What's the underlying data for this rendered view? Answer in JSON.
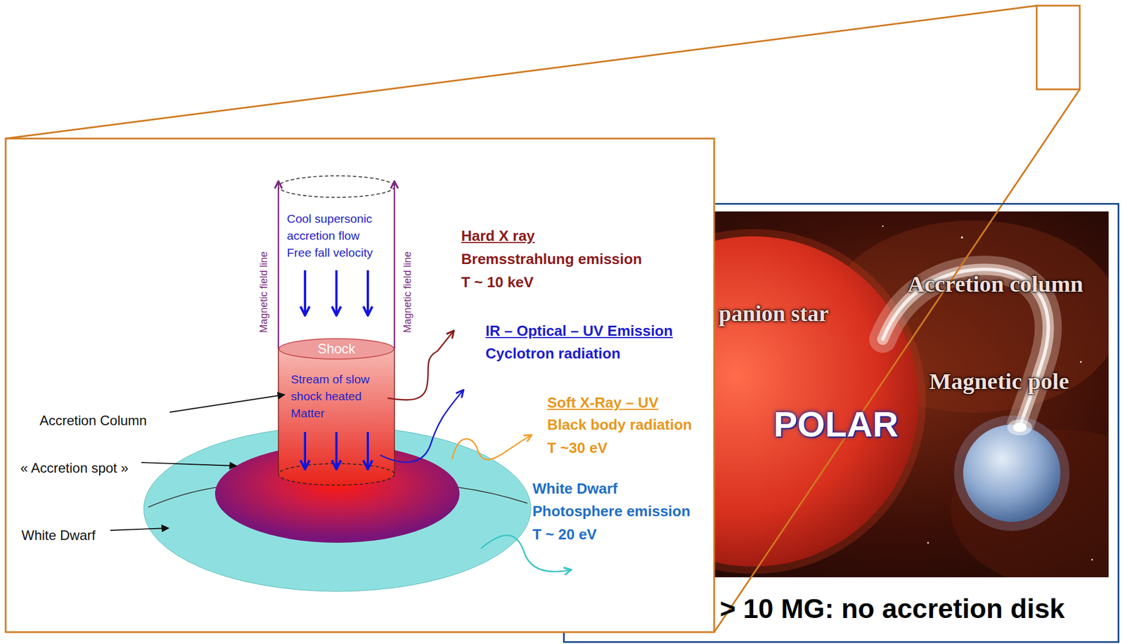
{
  "diagram": {
    "nodes": [
      {
        "text": [
          "Cool supersonic accretion flow Free fall velocity"
        ]
      },
      {
        "text": [
          "Shock"
        ]
      },
      {
        "text": [
          "Stream of slow shock heated Matter"
        ]
      },
      {
        "text": [
          "> 10 MG: no accretion disk"
        ]
      }
    ],
    "labels": [
      "Magnetic field line",
      "Magnetic field line",
      "Hard X ray",
      "Bremsstrahlung emission",
      "T ~ 10 keV",
      "IR – Optical – UV Emission",
      "Cyclotron radiation",
      "Soft X-Ray – UV",
      "Black body radiation",
      "T ~30 eV",
      "White Dwarf",
      "Photosphere emission",
      "T ~ 20 eV",
      "Accretion Column",
      "« Accretion spot »",
      "White Dwarf",
      "panion star",
      "Accretion column",
      "Magnetic pole",
      "POLAR"
    ]
  }
}
